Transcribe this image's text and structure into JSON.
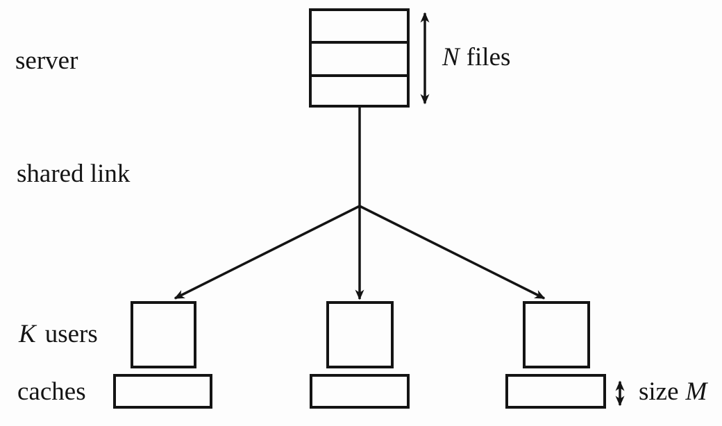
{
  "colors": {
    "ink": "#141414",
    "background": "#fdfdfd"
  },
  "labels": {
    "server": "server",
    "shared_link": "shared link",
    "users_var": "K",
    "users_word": "users",
    "caches": "caches",
    "files_var": "N",
    "files_word": "files",
    "size_word": "size",
    "size_var": "M"
  },
  "structure": {
    "server_file_rows": 3,
    "user_count": 3,
    "cache_count": 3,
    "broadcast_arrow_count": 3
  }
}
